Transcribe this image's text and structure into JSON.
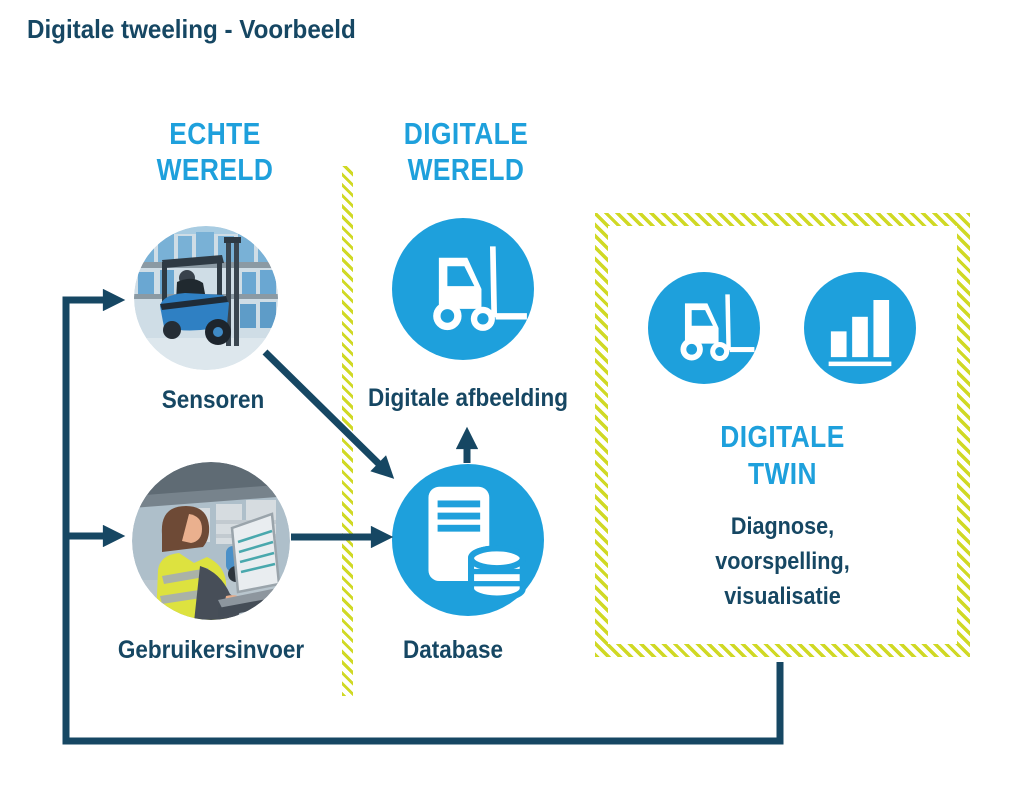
{
  "title": "Digitale tweeling - Voorbeeld",
  "colors": {
    "navy": "#164763",
    "cyan": "#1ea0dc",
    "lime": "#d0d925"
  },
  "real_world": {
    "heading_line1": "ECHTE",
    "heading_line2": "WERELD",
    "items": [
      {
        "label": "Sensoren",
        "image": "forklift-warehouse-photo"
      },
      {
        "label": "Gebruikersinvoer",
        "image": "operator-laptop-photo"
      }
    ]
  },
  "digital_world": {
    "heading_line1": "DIGITALE",
    "heading_line2": "WERELD",
    "items": [
      {
        "label": "Digitale afbeelding",
        "icon": "forklift-icon"
      },
      {
        "label": "Database",
        "icon": "database-icon"
      }
    ]
  },
  "digital_twin": {
    "heading_line1": "DIGITALE",
    "heading_line2": "TWIN",
    "description": [
      "Diagnose,",
      "voorspelling,",
      "visualisatie"
    ],
    "icons": [
      "forklift-icon",
      "bar-chart-icon"
    ]
  }
}
